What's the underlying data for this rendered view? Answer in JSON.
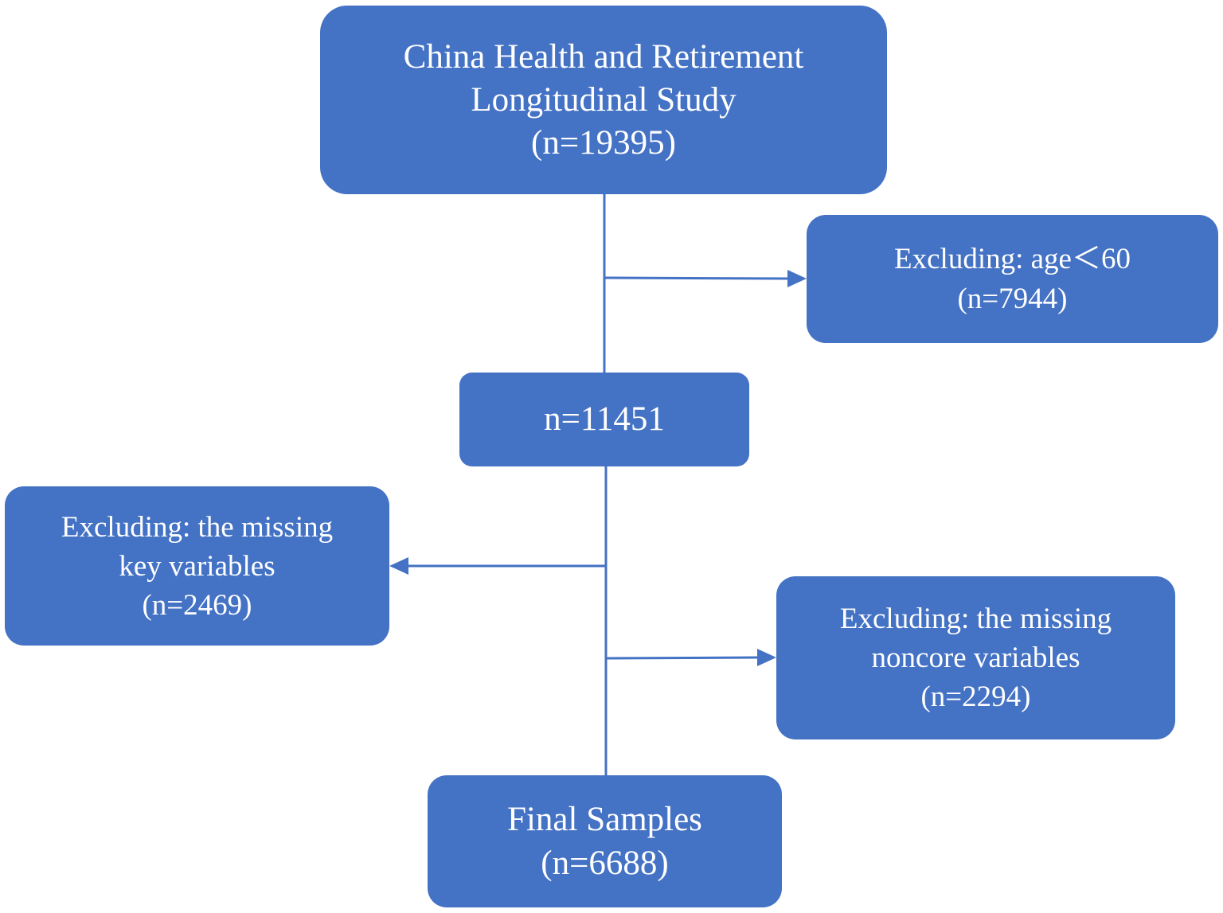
{
  "colors": {
    "box_fill": "#4472c4",
    "box_text": "#ffffff",
    "connector": "#4472c4"
  },
  "nodes": {
    "start": {
      "lines": [
        "China Health and Retirement",
        "Longitudinal Study",
        "(n=19395)"
      ]
    },
    "exclude_age": {
      "lines": [
        "Excluding: age＜60",
        "(n=7944)"
      ]
    },
    "middle": {
      "lines": [
        "n=11451"
      ]
    },
    "exclude_key": {
      "lines": [
        "Excluding: the missing",
        "key variables",
        "(n=2469)"
      ]
    },
    "exclude_noncore": {
      "lines": [
        "Excluding: the missing",
        "noncore variables",
        "(n=2294)"
      ]
    },
    "final": {
      "lines": [
        "Final Samples",
        "(n=6688)"
      ]
    }
  },
  "edges": [
    {
      "from": "start",
      "to": "middle",
      "type": "line"
    },
    {
      "from": "start",
      "to": "exclude_age",
      "type": "arrow"
    },
    {
      "from": "middle",
      "to": "final",
      "type": "line"
    },
    {
      "from": "middle",
      "to": "exclude_key",
      "type": "arrow"
    },
    {
      "from": "middle",
      "to": "exclude_noncore",
      "type": "arrow"
    }
  ]
}
